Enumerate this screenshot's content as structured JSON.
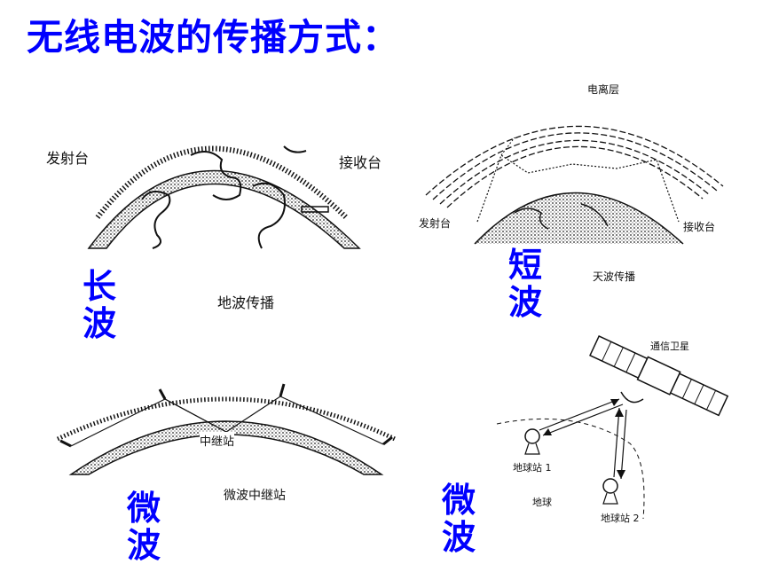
{
  "title": "无线电波的传播方式：",
  "long_wave": {
    "label_chars": [
      "长",
      "波"
    ],
    "transmitter": "发射台",
    "receiver": "接收台",
    "caption": "地波传播"
  },
  "short_wave": {
    "label_chars": [
      "短",
      "波"
    ],
    "ionosphere": "电离层",
    "transmitter": "发射台",
    "receiver": "接收台",
    "caption": "天波传播"
  },
  "microwave_relay": {
    "label_chars": [
      "微",
      "波"
    ],
    "relay": "中继站",
    "caption": "微波中继站"
  },
  "microwave_satellite": {
    "label_chars": [
      "微",
      "波"
    ],
    "satellite": "通信卫星",
    "station1": "地球站 1",
    "station2": "地球站 2",
    "earth": "地球"
  }
}
